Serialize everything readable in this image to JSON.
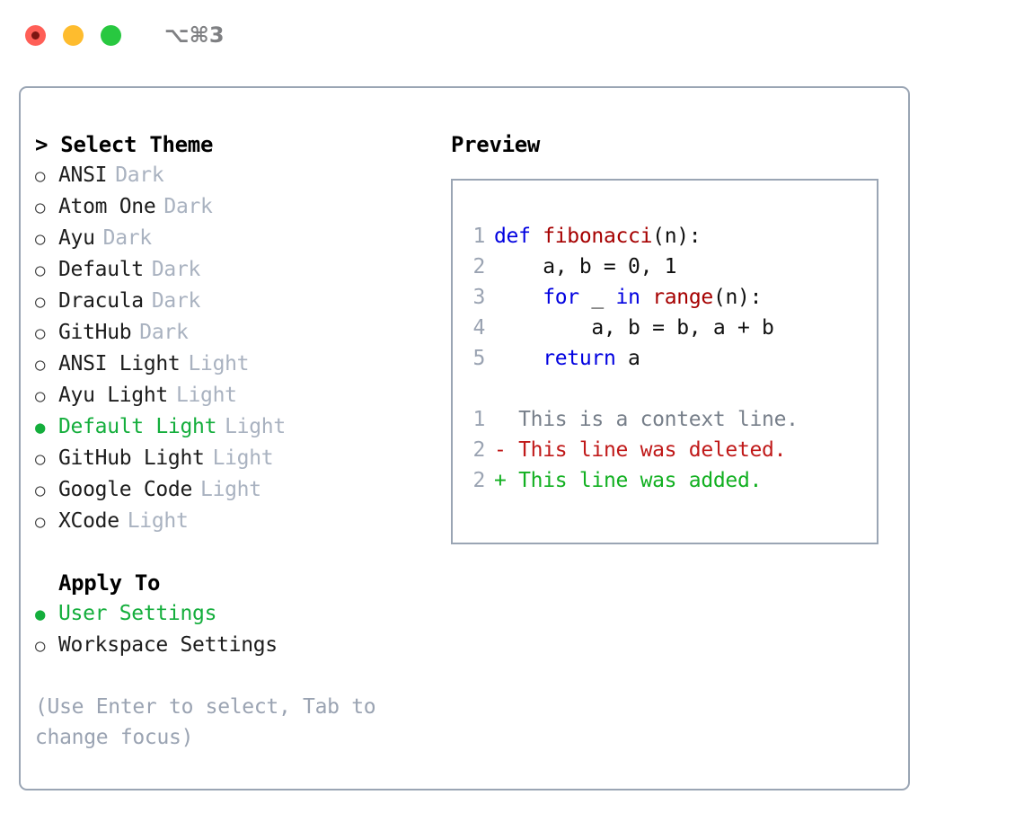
{
  "titlebar": {
    "shortcut": "⌥⌘3",
    "lights": [
      {
        "name": "close",
        "color": "#ff5f57"
      },
      {
        "name": "minimize",
        "color": "#febc2e"
      },
      {
        "name": "maximize",
        "color": "#28c840"
      }
    ]
  },
  "theme_section": {
    "header": "> Select Theme",
    "items": [
      {
        "bullet": "○",
        "label": "ANSI",
        "tag": "Dark",
        "selected": false
      },
      {
        "bullet": "○",
        "label": "Atom One",
        "tag": "Dark",
        "selected": false
      },
      {
        "bullet": "○",
        "label": "Ayu",
        "tag": "Dark",
        "selected": false
      },
      {
        "bullet": "○",
        "label": "Default",
        "tag": "Dark",
        "selected": false
      },
      {
        "bullet": "○",
        "label": "Dracula",
        "tag": "Dark",
        "selected": false
      },
      {
        "bullet": "○",
        "label": "GitHub",
        "tag": "Dark",
        "selected": false
      },
      {
        "bullet": "○",
        "label": "ANSI Light",
        "tag": "Light",
        "selected": false
      },
      {
        "bullet": "○",
        "label": "Ayu Light",
        "tag": "Light",
        "selected": false
      },
      {
        "bullet": "●",
        "label": "Default Light",
        "tag": "Light",
        "selected": true
      },
      {
        "bullet": "○",
        "label": "GitHub Light",
        "tag": "Light",
        "selected": false
      },
      {
        "bullet": "○",
        "label": "Google Code",
        "tag": "Light",
        "selected": false
      },
      {
        "bullet": "○",
        "label": "XCode",
        "tag": "Light",
        "selected": false
      }
    ]
  },
  "apply_section": {
    "header": "Apply To",
    "items": [
      {
        "bullet": "●",
        "label": "User Settings",
        "selected": true
      },
      {
        "bullet": "○",
        "label": "Workspace Settings",
        "selected": false
      }
    ]
  },
  "hint": "(Use Enter to select, Tab to change focus)",
  "preview": {
    "header": "Preview",
    "code_lines": [
      {
        "number": "1",
        "tokens": [
          {
            "text": "def ",
            "kind": "kw"
          },
          {
            "text": "fibonacci",
            "kind": "fn"
          },
          {
            "text": "(n):",
            "kind": "pl"
          }
        ]
      },
      {
        "number": "2",
        "tokens": [
          {
            "text": "    a, b = 0, 1",
            "kind": "pl"
          }
        ]
      },
      {
        "number": "3",
        "tokens": [
          {
            "text": "    ",
            "kind": "pl"
          },
          {
            "text": "for",
            "kind": "kw"
          },
          {
            "text": " _ ",
            "kind": "pl"
          },
          {
            "text": "in",
            "kind": "kw"
          },
          {
            "text": " ",
            "kind": "pl"
          },
          {
            "text": "range",
            "kind": "fn"
          },
          {
            "text": "(n):",
            "kind": "pl"
          }
        ]
      },
      {
        "number": "4",
        "tokens": [
          {
            "text": "        a, b = b, a + b",
            "kind": "pl"
          }
        ]
      },
      {
        "number": "5",
        "tokens": [
          {
            "text": "    ",
            "kind": "pl"
          },
          {
            "text": "return",
            "kind": "kw"
          },
          {
            "text": " a",
            "kind": "pl"
          }
        ]
      }
    ],
    "diff_lines": [
      {
        "number": "1",
        "marker": "  ",
        "text": "This is a context line.",
        "kind": "ctx"
      },
      {
        "number": "2",
        "marker": "- ",
        "text": "This line was deleted.",
        "kind": "del"
      },
      {
        "number": "2",
        "marker": "+ ",
        "text": "This line was added.",
        "kind": "add"
      }
    ]
  },
  "colors": {
    "accent_green": "#14ae3c",
    "border": "#9aa5b4",
    "tag_grey": "#a9b2c0",
    "hint_grey": "#9aa3b2",
    "keyword_blue": "#0000e0",
    "function_red": "#a60000",
    "diff_added": "#12b021",
    "diff_deleted": "#c01919",
    "diff_context": "#777f8a"
  }
}
